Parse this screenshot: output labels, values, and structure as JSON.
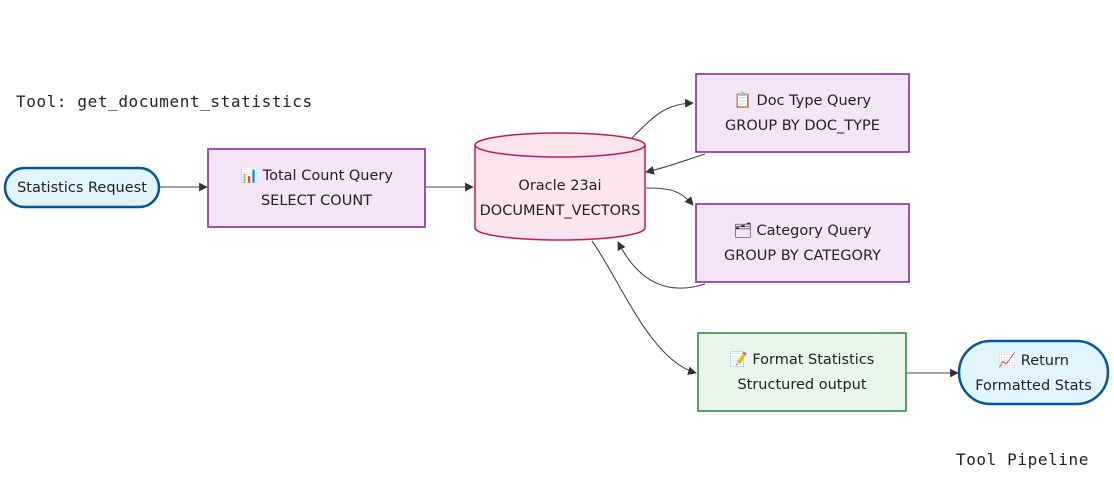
{
  "title": "Tool: get_document_statistics",
  "footer": "Tool Pipeline",
  "nodes": {
    "statistics_request": {
      "line1": "Statistics Request"
    },
    "total_count": {
      "icon": "bar-chart-icon",
      "line1": "📊 Total Count Query",
      "line2": "SELECT COUNT"
    },
    "oracle": {
      "line1": "Oracle 23ai",
      "line2": "DOCUMENT_VECTORS"
    },
    "doc_type": {
      "icon": "clipboard-icon",
      "line1": "📋 Doc Type Query",
      "line2": "GROUP BY DOC_TYPE"
    },
    "category": {
      "icon": "card-index-icon",
      "line1": "🗂 Category Query",
      "line2": "GROUP BY CATEGORY"
    },
    "format": {
      "icon": "memo-icon",
      "line1": "📝 Format Statistics",
      "line2": "Structured output"
    },
    "return": {
      "icon": "chart-increasing-icon",
      "line1": "📈 Return",
      "line2": "Formatted Stats"
    }
  },
  "colors": {
    "request_fill": "#e1f5fe",
    "request_stroke": "#01579b",
    "query_fill": "#f3e5f5",
    "query_stroke": "#7b1fa2",
    "db_fill": "#fce4ec",
    "db_stroke": "#c2185b",
    "format_fill": "#e8f5e9",
    "format_stroke": "#2e7d32"
  }
}
